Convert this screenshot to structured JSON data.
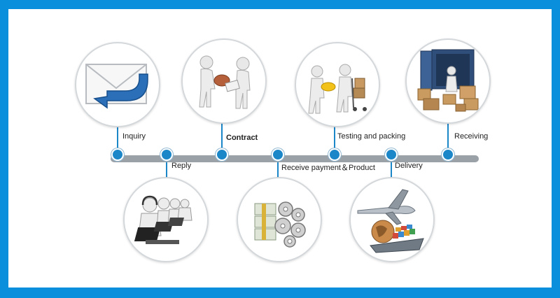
{
  "steps": {
    "inquiry": "Inquiry",
    "reply": "Reply",
    "contract": "Contract",
    "receive_payment": "Receive payment＆Product",
    "testing_packing": "Testing and packing",
    "delivery": "Delivery",
    "receiving": "Receiving"
  },
  "colors": {
    "frame_border": "#0a8fdc",
    "timeline_bar": "#9aa1a7",
    "node": "#1b86c8"
  },
  "icons": [
    "envelope-reply-icon",
    "handshake-figures-icon",
    "tape-measure-packing-icon",
    "container-boxes-icon",
    "call-center-icon",
    "money-gears-icon",
    "plane-ship-globe-icon"
  ]
}
